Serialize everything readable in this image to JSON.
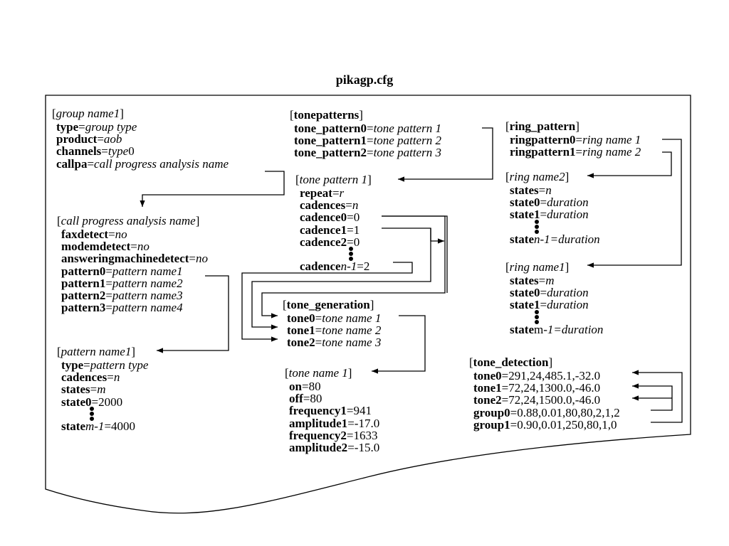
{
  "title": "pikagp.cfg",
  "group": {
    "header": "group name1",
    "lines": [
      {
        "key": "type",
        "val": "group type",
        "val_italic": true
      },
      {
        "key": "product",
        "val": "aob",
        "val_italic": true
      },
      {
        "key": "channels",
        "val_it": "type",
        "val_rest": "0"
      },
      {
        "key": "callpa",
        "val": "call progress analysis name",
        "val_italic": true
      }
    ]
  },
  "cpa": {
    "header": "call progress analysis name",
    "lines": [
      {
        "key": "faxdetect",
        "val": "no",
        "val_italic": true
      },
      {
        "key": "modemdetect",
        "val": "no",
        "val_italic": true
      },
      {
        "key": "answeringmachinedetect",
        "val": "no",
        "val_italic": true
      },
      {
        "key": "pattern0",
        "val": "pattern name1",
        "val_italic": true
      },
      {
        "key": "pattern1",
        "val": "pattern name2",
        "val_italic": true
      },
      {
        "key": "pattern2",
        "val": "pattern name3",
        "val_italic": true
      },
      {
        "key": "pattern3",
        "val": "pattern name4",
        "val_italic": true
      }
    ]
  },
  "pattern_name1": {
    "header": "pattern name1",
    "lines": [
      {
        "key": "type",
        "val": "pattern type",
        "val_italic": true
      },
      {
        "key": "cadences",
        "val": "n",
        "val_italic": true
      },
      {
        "key": "states",
        "val": "m",
        "val_italic": true
      },
      {
        "key": "state0",
        "val": "2000",
        "val_italic": false
      }
    ],
    "last_key": "state",
    "last_it": "m-1",
    "last_rest": "=4000"
  },
  "tonepatterns": {
    "header": "tonepatterns",
    "lines": [
      {
        "key": "tone_pattern0",
        "val": "tone pattern 1",
        "val_italic": true
      },
      {
        "key": "tone_pattern1",
        "val": "tone pattern 2",
        "val_italic": true
      },
      {
        "key": "tone_pattern2",
        "val": "tone pattern 3",
        "val_italic": true
      }
    ]
  },
  "tone_pattern1": {
    "header": "tone pattern 1",
    "lines": [
      {
        "key": "repeat",
        "val": "r",
        "val_italic": true
      },
      {
        "key": "cadences",
        "val": "n",
        "val_italic": true
      },
      {
        "key": "cadence0",
        "val": "0",
        "val_italic": false
      },
      {
        "key": "cadence1",
        "val": "1",
        "val_italic": false
      },
      {
        "key": "cadence2",
        "val": "0",
        "val_italic": false
      }
    ],
    "last_key": "cadence",
    "last_it": "n-1",
    "last_rest": "=2"
  },
  "tone_generation": {
    "header": "tone_generation",
    "lines": [
      {
        "key": "tone0",
        "val": "tone name 1",
        "val_italic": true
      },
      {
        "key": "tone1",
        "val": "tone name 2",
        "val_italic": true
      },
      {
        "key": "tone2",
        "val": "tone name 3",
        "val_italic": true
      }
    ]
  },
  "tone_name1": {
    "header": "tone name 1",
    "lines": [
      {
        "key": "on",
        "val": "80",
        "val_italic": false
      },
      {
        "key": "off",
        "val": "80",
        "val_italic": false
      },
      {
        "key": "frequency1",
        "val": "941",
        "val_italic": false
      },
      {
        "key": "amplitude1",
        "val": "-17.0",
        "val_italic": false
      },
      {
        "key": "frequency2",
        "val": "1633",
        "val_italic": false
      },
      {
        "key": "amplitude2",
        "val": "-15.0",
        "val_italic": false
      }
    ]
  },
  "ring_pattern": {
    "header": "ring_pattern",
    "lines": [
      {
        "key": "ringpattern0",
        "val": "ring name 1",
        "val_italic": true
      },
      {
        "key": "ringpattern1",
        "val": "ring name 2",
        "val_italic": true
      }
    ]
  },
  "ring_name2": {
    "header": "ring name2",
    "lines": [
      {
        "key": "states",
        "val": "n",
        "val_italic": true
      },
      {
        "key": "state0",
        "val": "duration",
        "val_italic": true
      },
      {
        "key": "state1",
        "val": "duration",
        "val_italic": true
      }
    ],
    "last_key": "state",
    "last_it": "n-1=duration",
    "last_rest": ""
  },
  "ring_name1": {
    "header": "ring name1",
    "lines": [
      {
        "key": "states",
        "val": "m",
        "val_italic": true
      },
      {
        "key": "state0",
        "val": "duration",
        "val_italic": true
      },
      {
        "key": "state1",
        "val": "duration",
        "val_italic": true
      }
    ],
    "last_key": "state",
    "last_plain": "m",
    "last_it": "-1=duration",
    "last_rest": ""
  },
  "tone_detection": {
    "header": "tone_detection",
    "lines": [
      {
        "key": "tone0",
        "val": "291,24,485.1,-32.0",
        "val_italic": false
      },
      {
        "key": "tone1",
        "val": "72,24,1300.0,-46.0",
        "val_italic": false
      },
      {
        "key": "tone2",
        "val": "72,24,1500.0,-46.0",
        "val_italic": false
      },
      {
        "key": "group0",
        "val": "0.88,0.01,80,80,2,1,2",
        "val_italic": false
      },
      {
        "key": "group1",
        "val": "0.90,0.01,250,80,1,0",
        "val_italic": false
      }
    ]
  }
}
